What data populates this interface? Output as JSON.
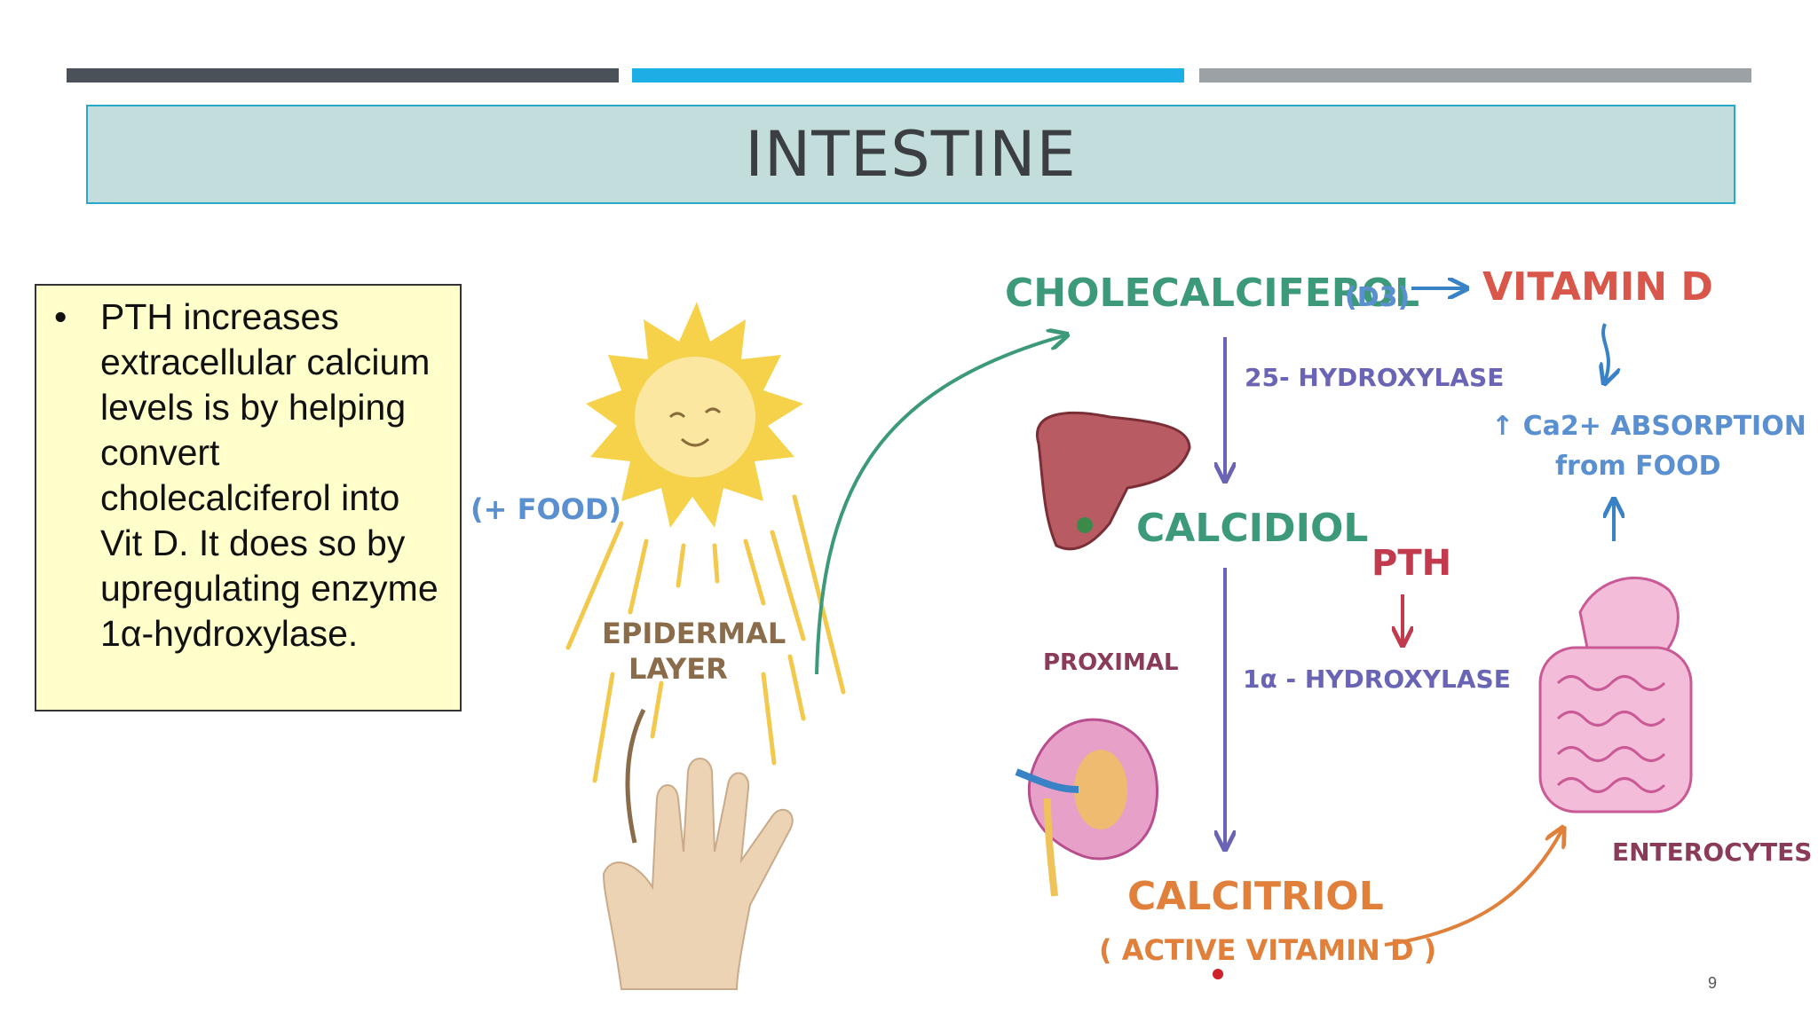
{
  "slide": {
    "title": "INTESTINE",
    "page_number": "9",
    "accent_bars": [
      "#4a5158",
      "#1eaee6",
      "#9ba1a5"
    ]
  },
  "note": {
    "bullet": "•",
    "text": "PTH increases extracellular calcium levels is by helping convert cholecalciferol into Vit D. It does so by upregulating enzyme 1α-hydroxylase."
  },
  "diagram": {
    "food": "(+ FOOD)",
    "epidermal": "EPIDERMAL",
    "layer": "LAYER",
    "cholecalciferol": "CHOLECALCIFEROL",
    "d3": "(D3)",
    "vitamin_d": "VITAMIN D",
    "hydroxylase_25": "25- HYDROXYLASE",
    "calcidiol": "CALCIDIOL",
    "pth": "PTH",
    "proximal": "PROXIMAL",
    "hydroxylase_1a": "1α - HYDROXYLASE",
    "calcitriol": "CALCITRIOL",
    "active_vitamin_d": "( ACTIVE VITAMIN D )",
    "absorption_line1": "↑ Ca2+ ABSORPTION",
    "absorption_line2": "from FOOD",
    "enterocytes": "ENTEROCYTES"
  }
}
